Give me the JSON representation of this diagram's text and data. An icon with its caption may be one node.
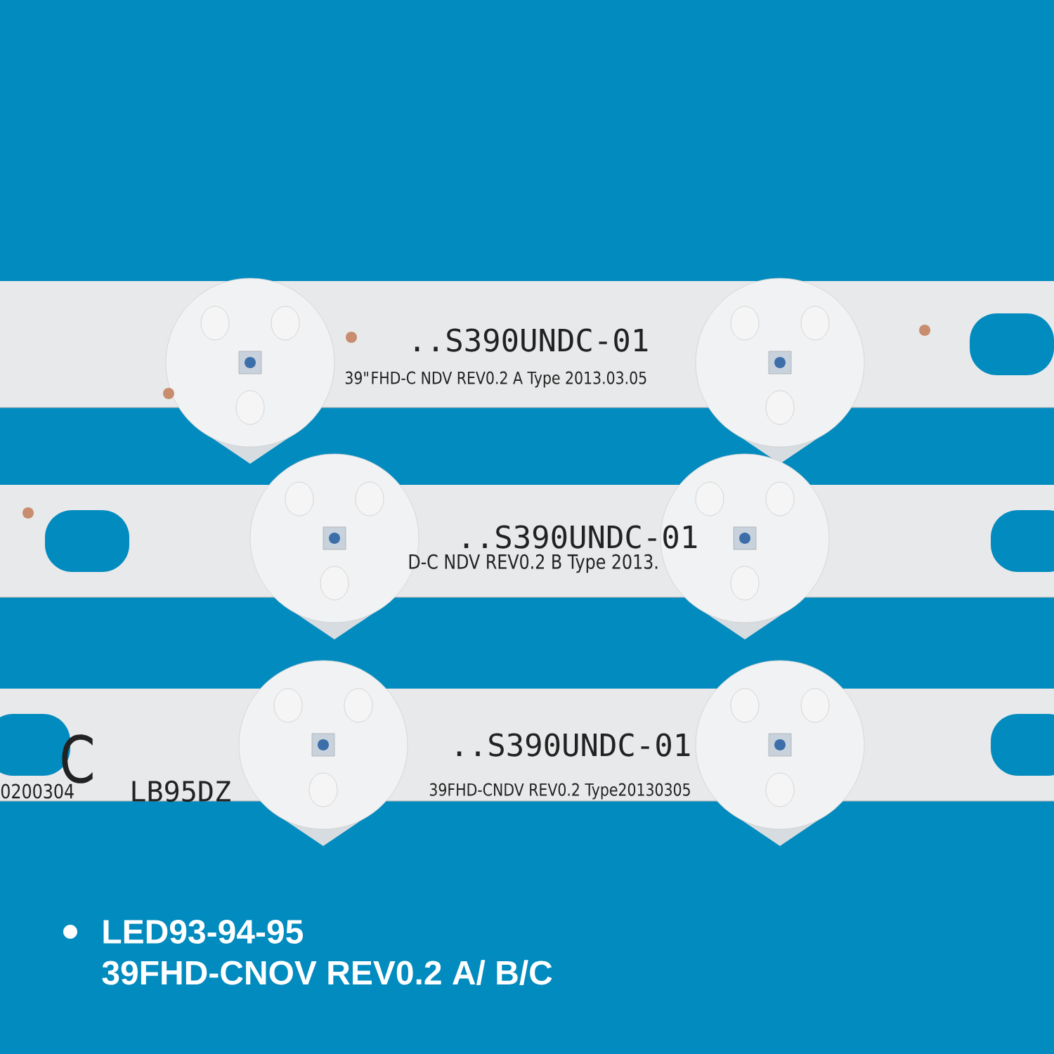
{
  "diagram": {
    "labels": [
      "..S390UNDC-01",
      "39\"FHD-C NDV REV0.2  A Type 2013.03.05",
      "..S390UNDC-01",
      "D-C NDV REV0.2 B Type 2013.",
      "C",
      "0200304",
      "LB95DZ",
      "..S390UNDC-01",
      "39FHD-CNDV REV0.2 Type20130305",
      "LED93-94-95",
      "39FHD-CNOV REV0.2 A/ B/C"
    ]
  }
}
